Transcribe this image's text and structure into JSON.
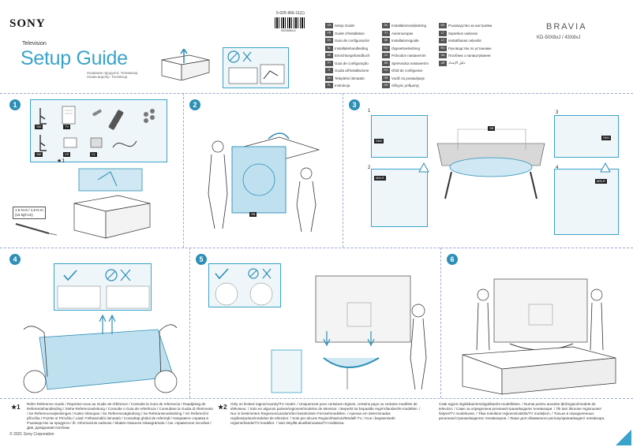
{
  "header": {
    "brand": "SONY",
    "doc_type": "Television",
    "title": "Setup Guide",
    "subtitle_lines": [
      "Название продукта: Телевизор",
      "Назва виробу: Телевізор"
    ],
    "model_code": "5-025-966-11(1)",
    "barcode_number": "5025966111",
    "product_line": "BRAVIA",
    "models": "KD-50X8xJ / 43X8xJ"
  },
  "languages": {
    "col1": [
      {
        "code": "GB",
        "label": "Setup Guide"
      },
      {
        "code": "FR",
        "label": "Guide d'installation"
      },
      {
        "code": "ES",
        "label": "Guía de configuración"
      },
      {
        "code": "NL",
        "label": "Installatiehandleiding"
      },
      {
        "code": "DE",
        "label": "Einrichtungshandbuch"
      },
      {
        "code": "PT",
        "label": "Guia de configuração"
      },
      {
        "code": "IT",
        "label": "Guida all'installazione"
      },
      {
        "code": "HU",
        "label": "Telepítési útmutató"
      },
      {
        "code": "PL",
        "label": "Instrukcja"
      }
    ],
    "col2": [
      {
        "code": "DK",
        "label": "Installationsvejledning"
      },
      {
        "code": "FI",
        "label": "Asennusopas"
      },
      {
        "code": "SE",
        "label": "Installationsguide"
      },
      {
        "code": "NO",
        "label": "Oppsettveiledning"
      },
      {
        "code": "CZ",
        "label": "Průvodce nastavením"
      },
      {
        "code": "SK",
        "label": "Sprievodca nastavením"
      },
      {
        "code": "RO",
        "label": "Ghid de configurare"
      },
      {
        "code": "HR",
        "label": "Vodič za postavljanje"
      },
      {
        "code": "GR",
        "label": "Οδηγός ρύθμισης"
      }
    ],
    "col3": [
      {
        "code": "BG",
        "label": "Ръководство за настройка"
      },
      {
        "code": "LT",
        "label": "Sąrankos vadovas"
      },
      {
        "code": "LV",
        "label": "Iestatīšanas ceļvedis"
      },
      {
        "code": "RU",
        "label": "Руководство по установке"
      },
      {
        "code": "UA",
        "label": "Посібник з налаштування"
      },
      {
        "code": "AR",
        "label": "دليل الإعداد"
      }
    ]
  },
  "steps": {
    "s1": "1",
    "s2": "2",
    "s3": "3",
    "s4": "4",
    "s5": "5",
    "s6": "6"
  },
  "step1": {
    "tags": [
      "SM",
      "TV",
      "SM",
      "VS",
      "CL"
    ],
    "weight_lines": [
      "1.5 N·m / 1.5 N·m",
      "(15 kgf·cm)"
    ],
    "star": "★1"
  },
  "step2": {
    "tag": "SB"
  },
  "step3": {
    "sub1": "1",
    "sub2": "2",
    "sub3": "3",
    "sub4": "4",
    "tags": [
      "SM2",
      "SM1",
      "M5LR",
      "SB",
      "M5LR"
    ]
  },
  "footer": {
    "star1": "★1",
    "star1_text": "Refer Reference Guide / Reportez-vous au Guide de référence / Consulte la Guía de referencia / Raadpleeg de Referentiehandleiding / Siehe Referenzanleitung / Consulte o Guia de referência / Consultare la Guida di riferimento / Se Referencevejledningen / Katso Viiteopas / Se Referensvägledning / Se Referanseveiledning / Viz Referenční příručka / Pozrite si Príručku / Lásd: Felhasználói útmutató / Consultaţi ghidul de referinţă / Направете справка в Ръководство за продукта / Žr. Informacinis vadovas / Skatiet Atsauces rokasgrāmata / См. справочное пособие / Див. Довідковий посібник",
    "star2": "★2",
    "star2_text": "Only on limited region/country/TV model. / Uniquement pour certaines régions, certains pays ou certains modèles de téléviseur. / Solo en algunos países/regiones/modelos de televisor. / Beperkt tot bepaalde regio's/landen/tv-modellen. / Nur in bestimmten Regionen/Ländern/bei bestimmten Fernsehmodellen. / Apenas em determinadas regiões/países/modelos de televisor. / Solo per alcune Regioni/Nazioni/Modelli TV. / Kun i begrænsede regioner/lande/TV-modeller. / Vain tietyillä alueilla/maissa/TV-malleissa.",
    "star2_text_col3": "Csak egyes régiókban/országokban/tv-modelleken. / Numai pentru anumite țări/regiuni/modele de televizor. / Само за определени региони/страни/модели телевизори. / Tik tam tikruose regionuose/šalyse/TV modeliuose. / Tikai noteiktos reģionos/valstīs/TV modeļiem. / Только в определенных регионах/странах/моделях телевизоров. / Лише для обмеженого регіону/країни/моделі телевізора.",
    "copyright": "© 2021 Sony Corporation"
  }
}
